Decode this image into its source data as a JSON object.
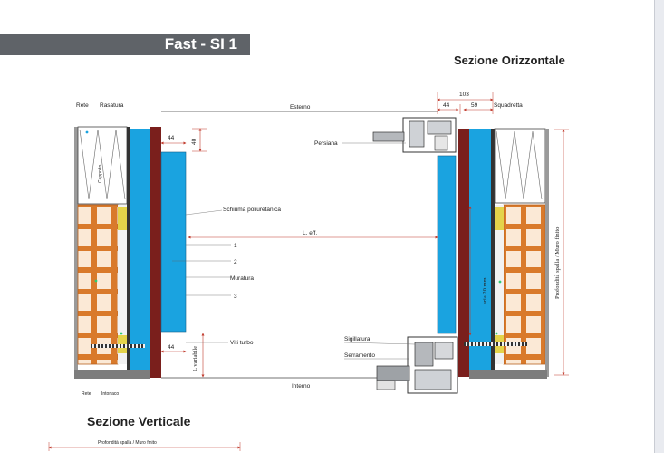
{
  "banner": {
    "title": "Fast - SI 1"
  },
  "headings": {
    "orizzontale": "Sezione Orizzontale",
    "verticale": "Sezione Verticale"
  },
  "labels": {
    "rete": "Rete",
    "rasatura": "Rasatura",
    "esterno": "Esterno",
    "interno": "Interno",
    "cappotto": "Cappotto",
    "schiuma": "Schiuma poliuretanica",
    "l_eff": "L. eff.",
    "muratura": "Muratura",
    "viti": "Viti turbo",
    "persiana": "Persiana",
    "squadretta": "Squadretta",
    "sigillatura": "Sigillatura",
    "serramento": "Serramento",
    "profondita_right": "Profondità spalla / Muro finito",
    "profondita_bottom": "Profondità spalla / Muro finito",
    "aria": "aria 20 mm",
    "variabile": "L variabile",
    "rete_bottom": "Rete",
    "intonaco_bottom": "Intonaco",
    "n1": "1",
    "n2": "2",
    "n3": "3"
  },
  "dimensions": {
    "d103": "103",
    "d44_top_right": "44",
    "d59": "59",
    "d44_top_left": "44",
    "d40": "40",
    "d44_bottom_left": "44"
  },
  "colors": {
    "banner": "#5f6368",
    "insulation_blue": "#1aa3e0",
    "brick_orange": "#d97a2b",
    "frame_red": "#7a1f1c",
    "plaster_grey": "#8c8c8c",
    "foam_yellow": "#e4d34a"
  }
}
